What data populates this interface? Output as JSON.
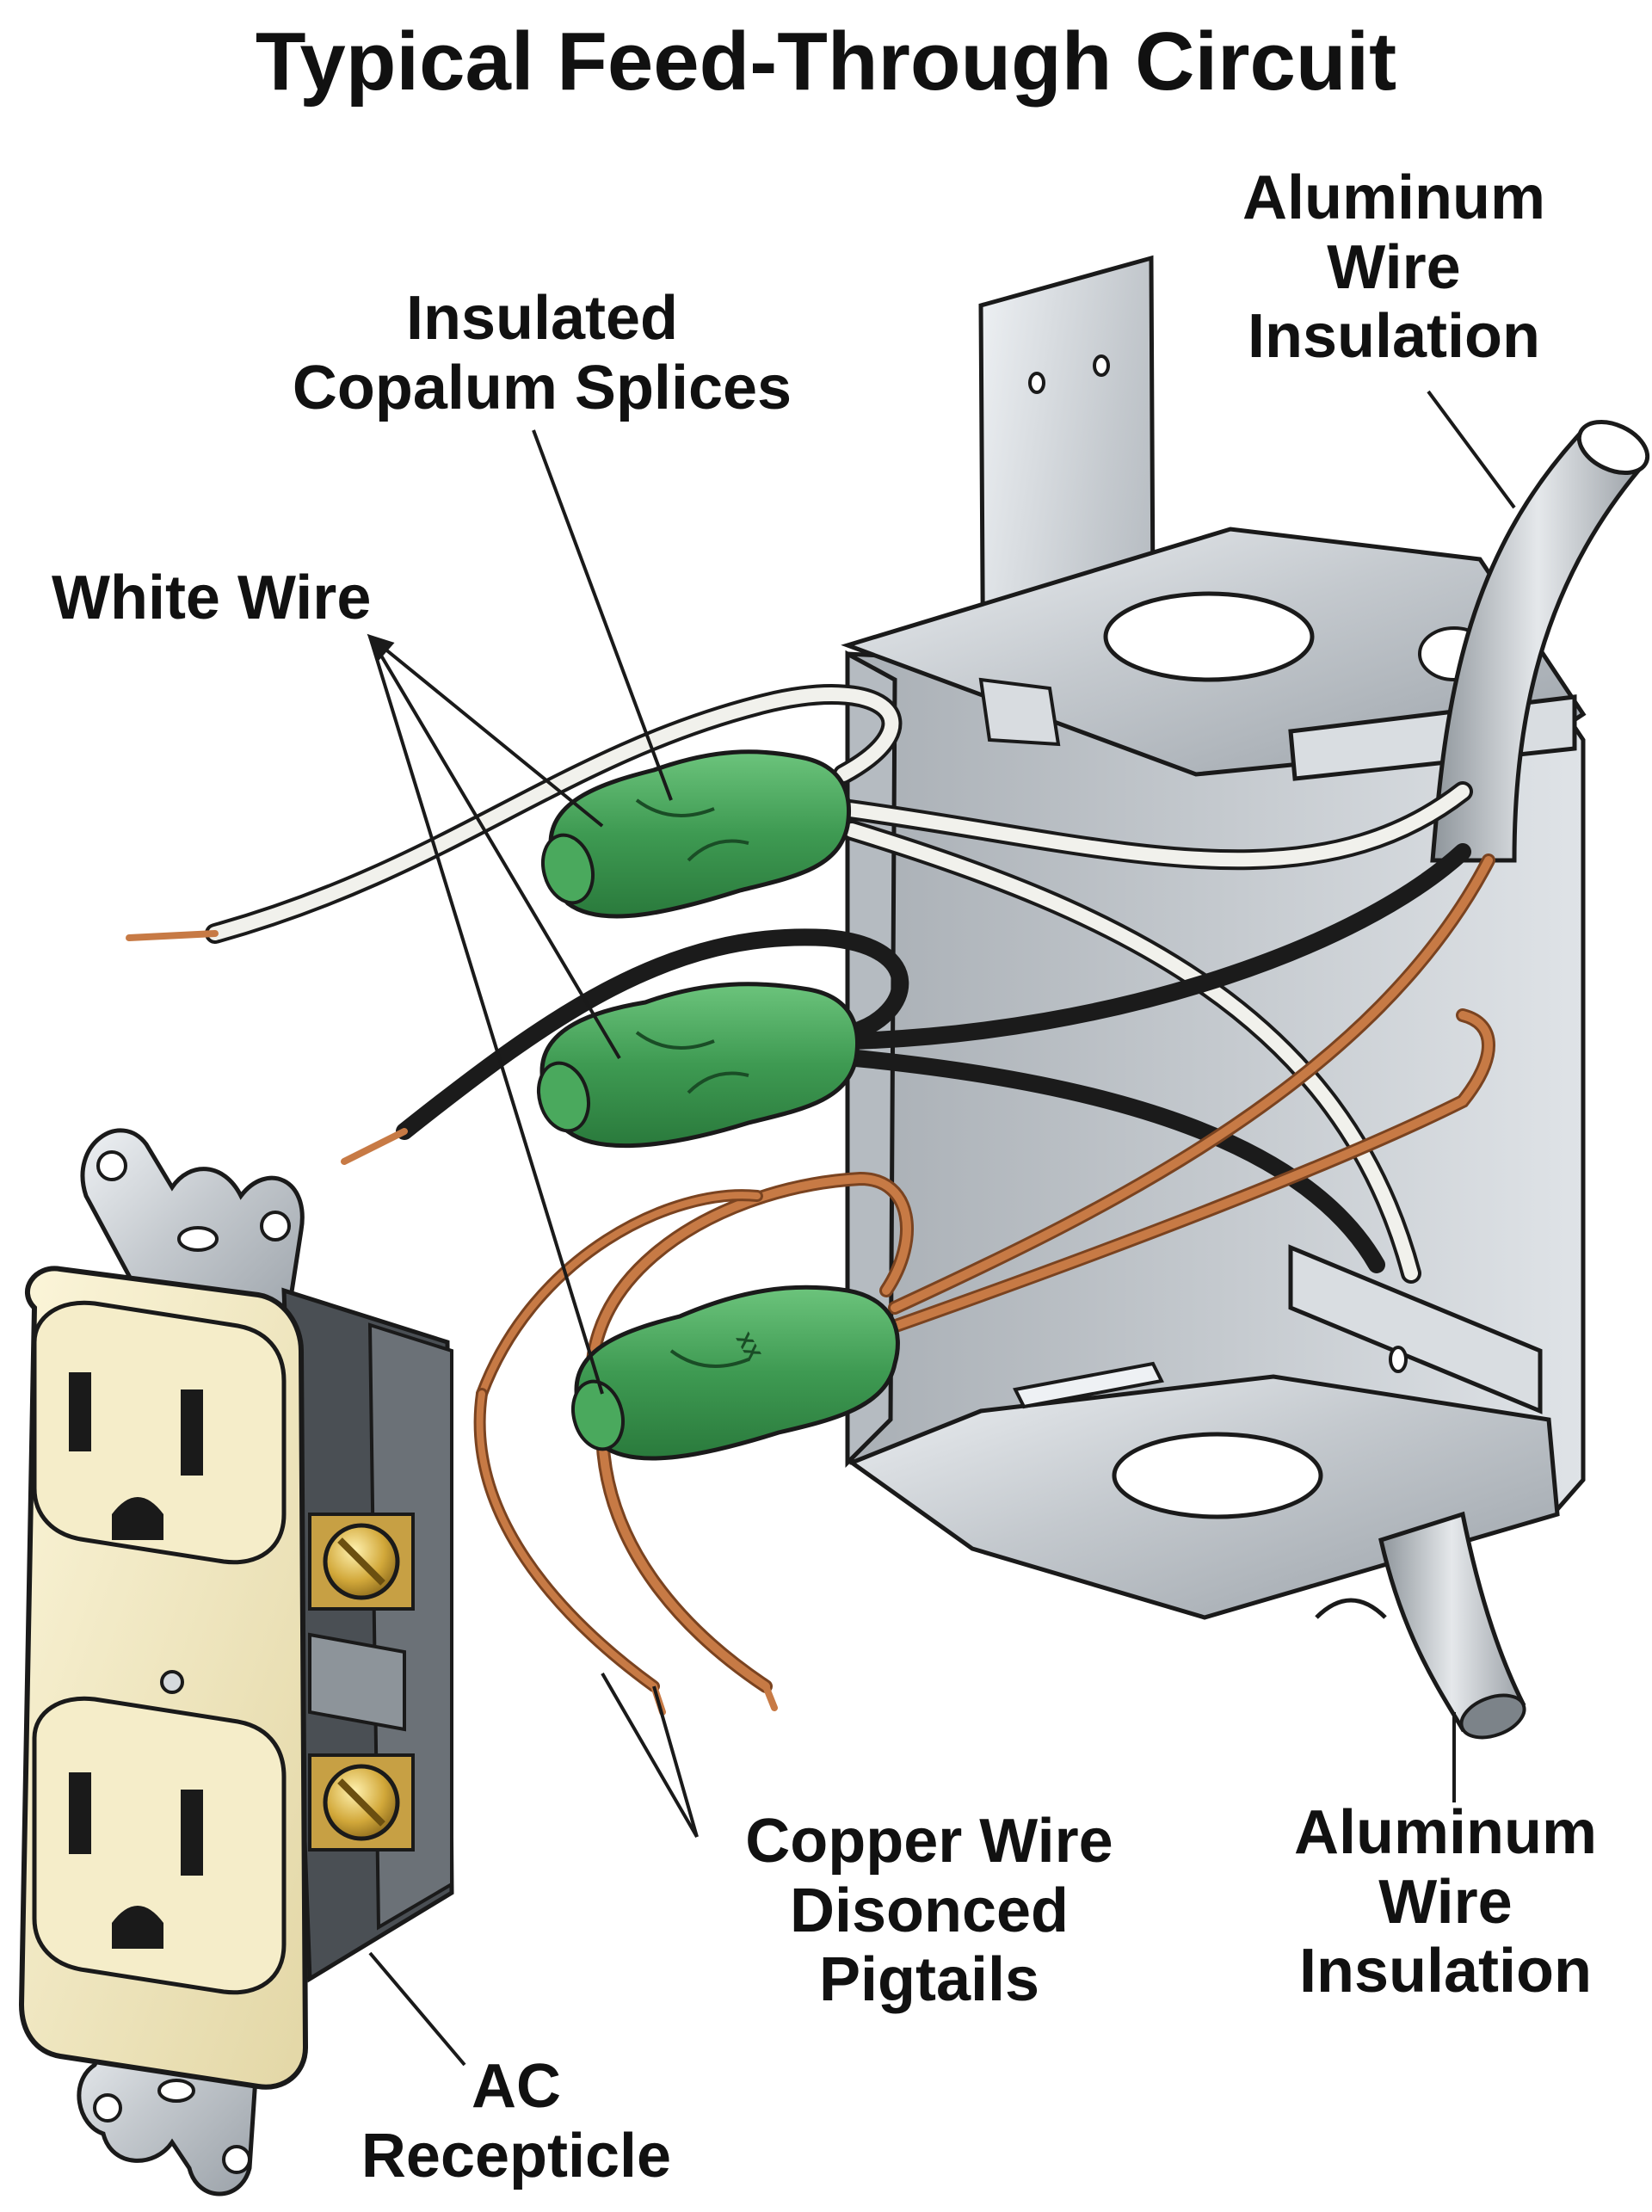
{
  "title": "Typical Feed-Through Circuit",
  "labels": {
    "insulated_splices": [
      "Insulated",
      "Copalum Splices"
    ],
    "white_wire": [
      "White Wire"
    ],
    "aluminum_insulation_top": [
      "Aluminum",
      "Wire",
      "Insulation"
    ],
    "copper_pigtails": [
      "Copper Wire",
      "Disonced",
      "Pigtails"
    ],
    "aluminum_insulation_bottom": [
      "Aluminum",
      "Wire",
      "Insulation"
    ],
    "ac_receptacle": [
      "AC",
      "Recepticle"
    ]
  },
  "splice_marking": "XX",
  "colors": {
    "splice_green": "#3e9a52",
    "box_metal": "#c9ced3",
    "white_wire": "#f1f1ec",
    "black_wire": "#1b1b1b",
    "copper": "#c77a45",
    "receptacle_ivory": "#efe6bd",
    "outline": "#1a1a1a"
  }
}
